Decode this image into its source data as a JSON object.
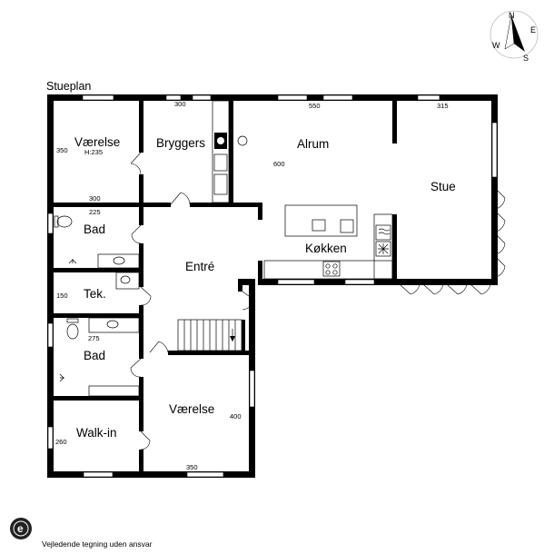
{
  "plan_title": "Stueplan",
  "rooms": {
    "vaerelse_top": "Værelse",
    "vaerelse_top_height": "H:235",
    "bryggers": "Bryggers",
    "alrum": "Alrum",
    "stue": "Stue",
    "bad_top": "Bad",
    "koekken": "Køkken",
    "entre": "Entré",
    "tek": "Tek.",
    "bad_bottom": "Bad",
    "vaerelse_bottom": "Værelse",
    "walk_in": "Walk-in"
  },
  "dimensions": {
    "d300_top": "300",
    "d550": "550",
    "d315": "315",
    "d350_left": "350",
    "d600": "600",
    "d300_mid": "300",
    "d225": "225",
    "d150": "150",
    "d275": "275",
    "d400": "400",
    "d260": "260",
    "d350_bottom": "350"
  },
  "compass": {
    "n": "N",
    "e": "E",
    "s": "S",
    "w": "W"
  },
  "footer": {
    "logo": "e",
    "disclaimer": "Vejledende tegning uden ansvar"
  }
}
